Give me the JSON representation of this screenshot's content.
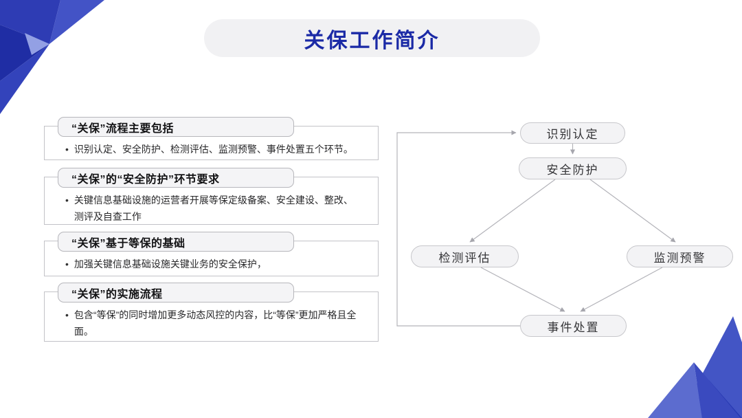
{
  "title": {
    "text": "关保工作简介"
  },
  "sections": [
    {
      "header": "“关保”流程主要包括",
      "bullet": "识别认定、安全防护、检测评估、监测预警、事件处置五个环节。"
    },
    {
      "header": "“关保”的“安全防护”环节要求",
      "bullet": "关键信息基础设施的运营者开展等保定级备案、安全建设、整改、测评及自查工作"
    },
    {
      "header": "“关保”基于等保的基础",
      "bullet": "加强关键信息基础设施关键业务的安全保护，"
    },
    {
      "header": "“关保”的实施流程",
      "bullet": "包含“等保”的同时增加更多动态风控的内容，比“等保”更加严格且全面。"
    }
  ],
  "flowchart": {
    "nodes": [
      {
        "id": "identify",
        "label": "识别认定"
      },
      {
        "id": "protect",
        "label": "安全防护"
      },
      {
        "id": "assess",
        "label": "检测评估"
      },
      {
        "id": "monitor",
        "label": "监测预警"
      },
      {
        "id": "incident",
        "label": "事件处置"
      }
    ],
    "edges": [
      {
        "from": "识别认定",
        "to": "安全防护"
      },
      {
        "from": "安全防护",
        "to": "检测评估"
      },
      {
        "from": "安全防护",
        "to": "监测预警"
      },
      {
        "from": "检测评估",
        "to": "事件处置"
      },
      {
        "from": "监测预警",
        "to": "事件处置"
      },
      {
        "from": "事件处置",
        "to": "识别认定"
      }
    ]
  },
  "colors": {
    "title_text": "#1b2aa6",
    "accent_blue_dark": "#1f2da4",
    "accent_blue": "#2e3cb4",
    "accent_blue_light": "#93a0e4",
    "pill_bg": "#f1f1f3",
    "card_border": "#c2c2c7",
    "node_fill": "#f3f3f5",
    "node_border": "#c7c7cb",
    "connector": "#b3b3b9"
  }
}
